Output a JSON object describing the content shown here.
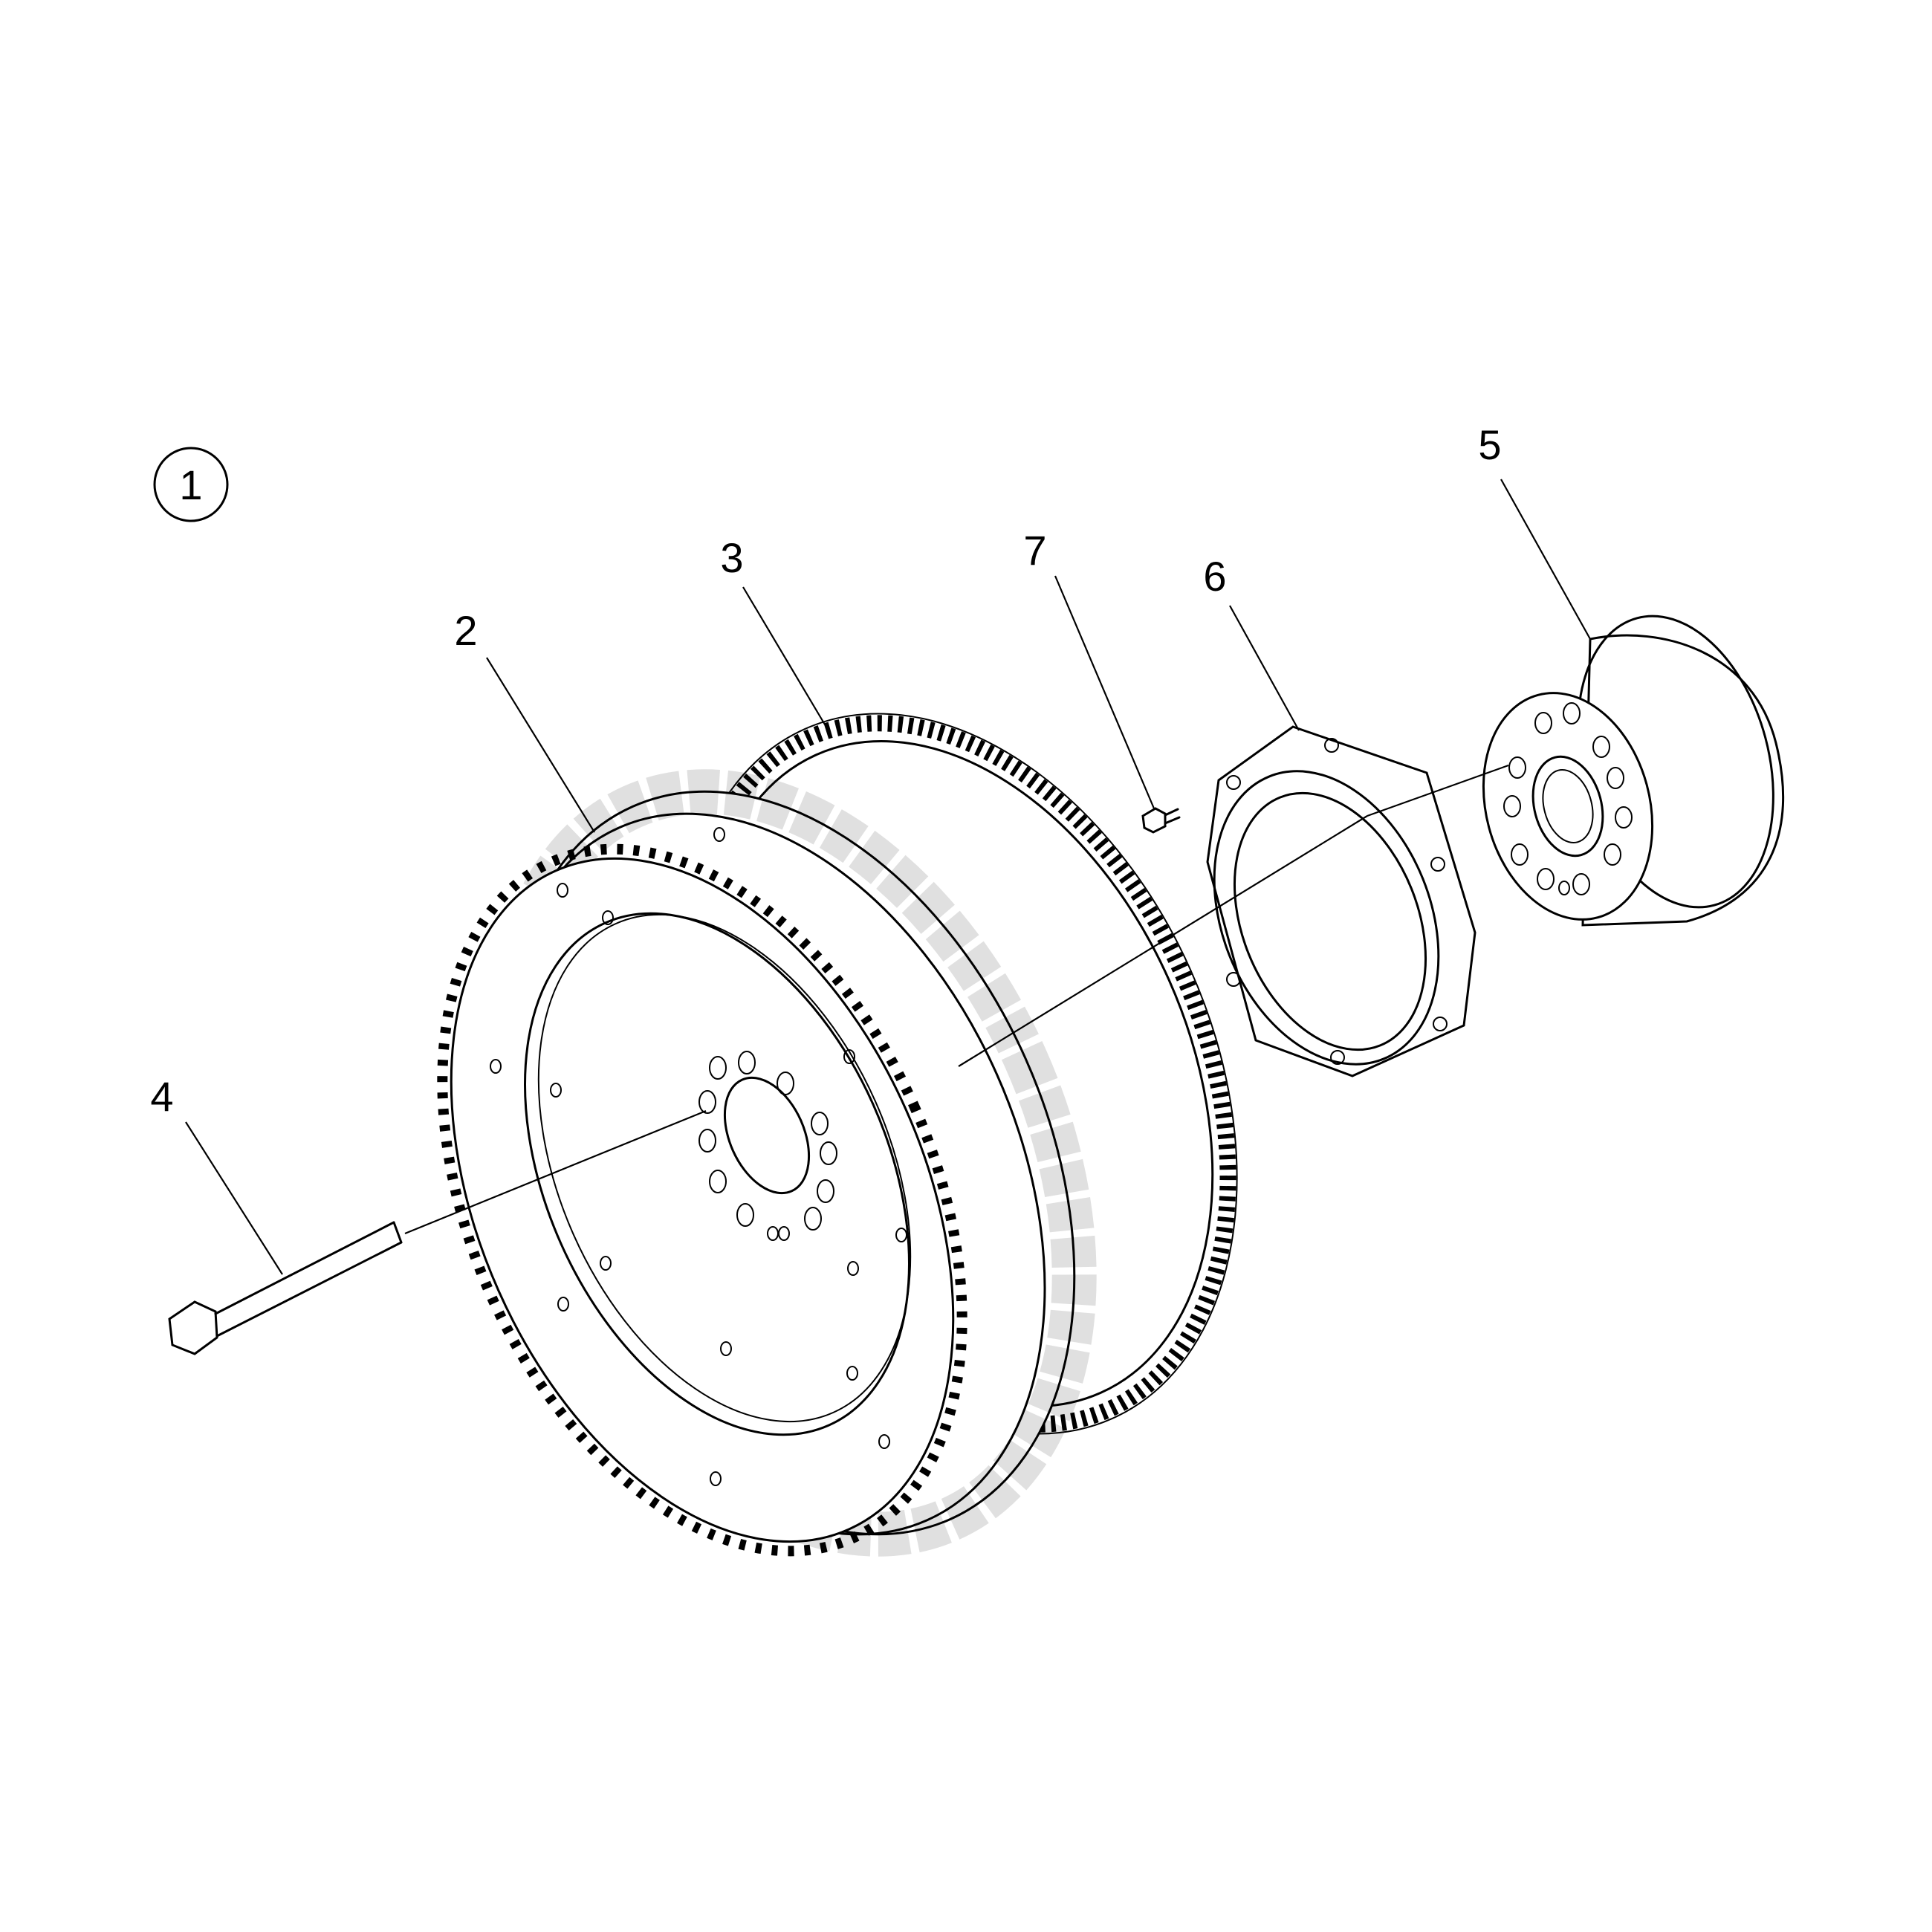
{
  "figure_number": "1",
  "callouts": [
    {
      "id": "2",
      "label": "2"
    },
    {
      "id": "3",
      "label": "3"
    },
    {
      "id": "4",
      "label": "4"
    },
    {
      "id": "5",
      "label": "5"
    },
    {
      "id": "6",
      "label": "6"
    },
    {
      "id": "7",
      "label": "7"
    }
  ]
}
